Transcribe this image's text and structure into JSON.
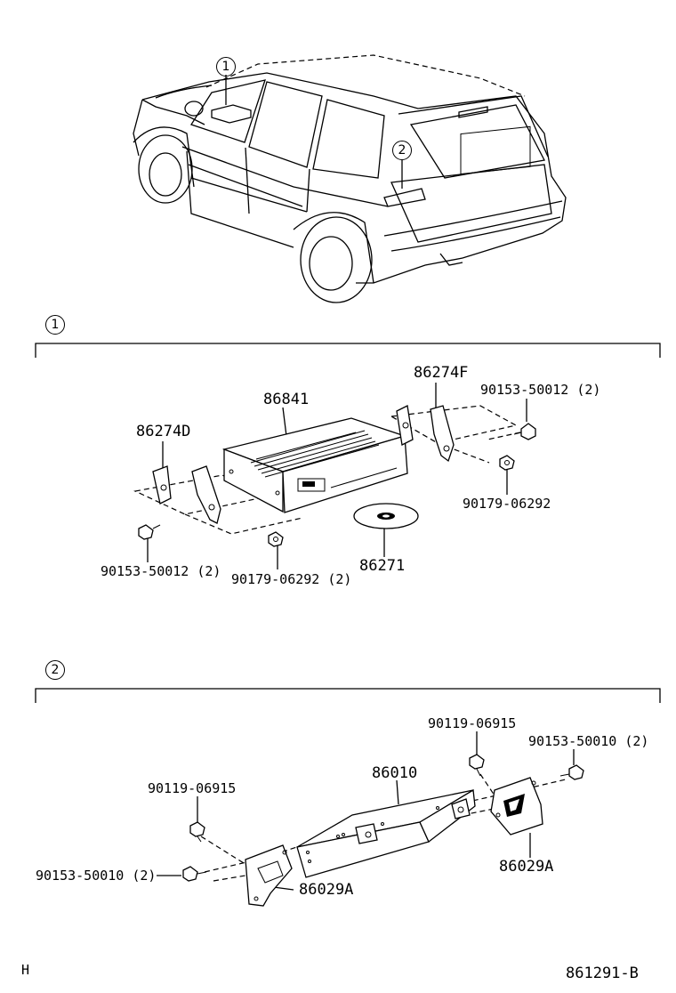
{
  "section1": {
    "marker": "1"
  },
  "section2": {
    "marker": "2"
  },
  "car_markers": {
    "one": "1",
    "two": "2"
  },
  "parts1": {
    "main_unit": "86841",
    "bracket_left": "86274D",
    "bracket_right": "86274F",
    "disc": "86271",
    "bolt_right": "90153-50012 (2)",
    "nut_right": "90179-06292",
    "bolt_left": "90153-50012 (2)",
    "nut_left": "90179-06292 (2)"
  },
  "parts2": {
    "main_unit": "86010",
    "bolt_top_right": "90119-06915",
    "bolt_far_right": "90153-50010 (2)",
    "bracket_right": "86029A",
    "bolt_top_left": "90119-06915",
    "bolt_far_left": "90153-50010 (2)",
    "bracket_left": "86029A"
  },
  "footer": {
    "left_code": "H",
    "diagram_id": "861291-B"
  }
}
